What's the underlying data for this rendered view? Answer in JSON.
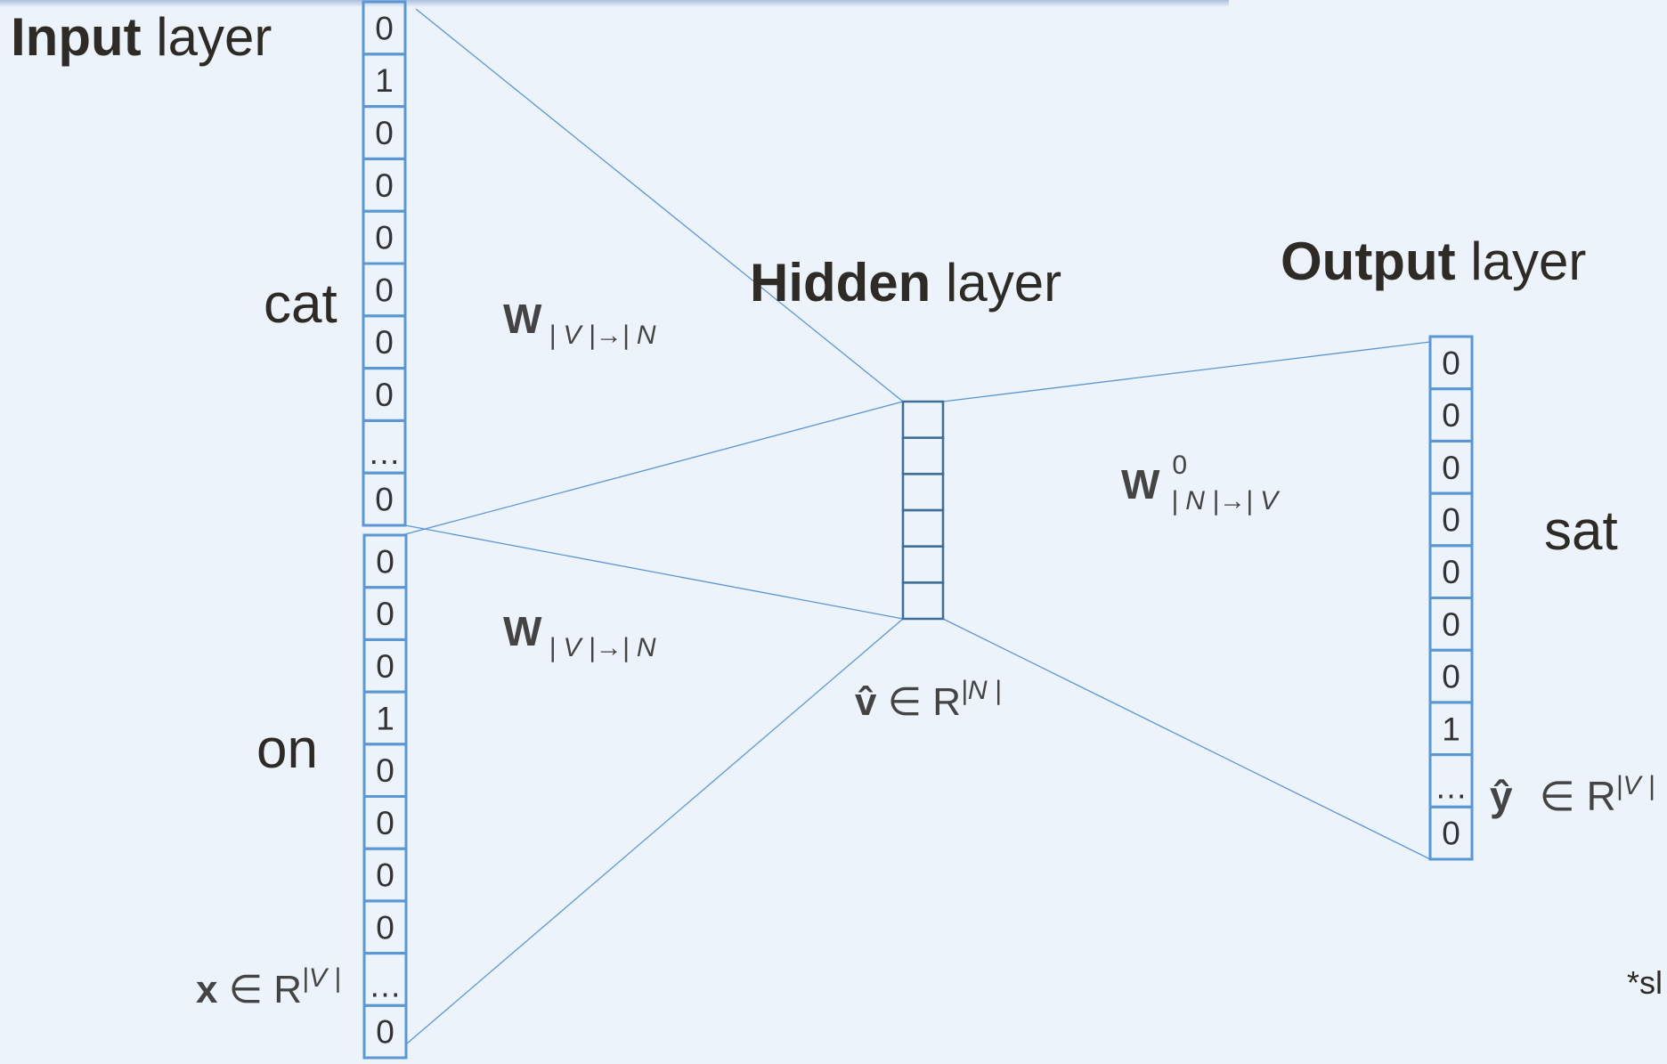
{
  "labels": {
    "input_bold": "Input",
    "input_rest": " layer",
    "hidden_bold": "Hidden",
    "hidden_rest": " layer",
    "output_bold": "Output",
    "output_rest": " layer",
    "word_cat": "cat",
    "word_on": "on",
    "word_sat": "sat",
    "footnote": "*sl"
  },
  "math": {
    "w_in": "W",
    "w_in_sub": "| V |→| N",
    "w_out": "W",
    "w_out_sup": "0",
    "w_out_sub": "| N |→| V",
    "v_hat": "v̂",
    "v_hat_set": " ∈ R",
    "v_hat_sup": "|N |",
    "y_hat": "ŷ",
    "y_hat_set": "∈ R",
    "y_hat_sup": "|V |",
    "x": "x",
    "x_set": " ∈ R",
    "x_sup": "|V |"
  },
  "vectors": {
    "cat": [
      "0",
      "1",
      "0",
      "0",
      "0",
      "0",
      "0",
      "0",
      "…",
      "0"
    ],
    "on": [
      "0",
      "0",
      "0",
      "1",
      "0",
      "0",
      "0",
      "0",
      "…",
      "0"
    ],
    "sat": [
      "0",
      "0",
      "0",
      "0",
      "0",
      "0",
      "0",
      "1",
      "…",
      "0"
    ],
    "hidden_cells": 6
  },
  "colors": {
    "one": "#c0190f",
    "zero": "#333333",
    "box": "#5a97d3"
  }
}
